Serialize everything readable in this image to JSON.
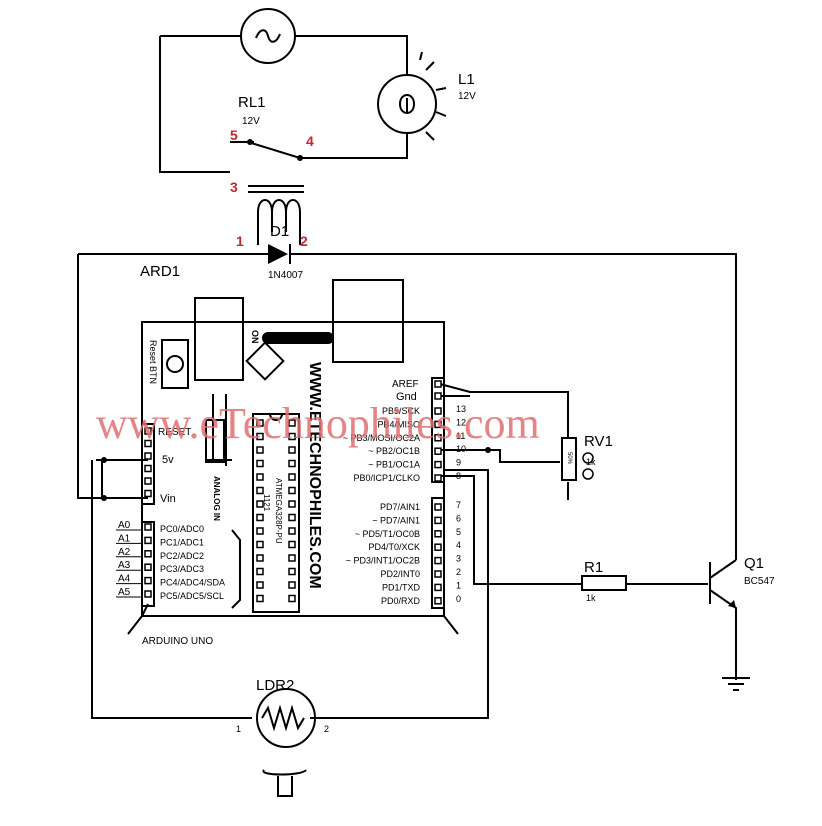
{
  "labels": {
    "rl1_name": "RL1",
    "rl1_value": "12V",
    "pin5": "5",
    "pin4": "4",
    "pin3": "3",
    "pin1": "1",
    "pin2": "2",
    "l1_name": "L1",
    "l1_value": "12V",
    "d1_name": "D1",
    "d1_value": "1N4007",
    "ard_name": "ARD1",
    "reset_btn": "Reset BTN",
    "on": "ON",
    "vertical_brand": "WWW.ETECHNOPHILES.COM",
    "chip_a": "1121",
    "chip_b": "ATMEGA328P-PU",
    "reset": "RESET",
    "v5": "5v",
    "vin": "Vin",
    "analog_in": "ANALOG IN",
    "arduino_uno": "ARDUINO UNO",
    "aref": "AREF",
    "gnd": "Gnd",
    "rv1_name": "RV1",
    "rv1_value": "1k",
    "rv1_body": "50%",
    "r1_name": "R1",
    "r1_value": "1k",
    "q1_name": "Q1",
    "q1_value": "BC547",
    "ldr_name": "LDR2",
    "ldr_pin1": "1",
    "ldr_pin2": "2",
    "watermark": "www.eTechnophiles.com"
  },
  "analog_pins": [
    {
      "a": "A0",
      "name": "PC0/ADC0"
    },
    {
      "a": "A1",
      "name": "PC1/ADC1"
    },
    {
      "a": "A2",
      "name": "PC2/ADC2"
    },
    {
      "a": "A3",
      "name": "PC3/ADC3"
    },
    {
      "a": "A4",
      "name": "PC4/ADC4/SDA"
    },
    {
      "a": "A5",
      "name": "PC5/ADC5/SCL"
    }
  ],
  "digital_upper": [
    {
      "num": "13",
      "name": "PB5/SCK"
    },
    {
      "num": "12",
      "name": "PB4/MISO"
    },
    {
      "num": "11",
      "name": "~ PB3/MOSI/OC2A"
    },
    {
      "num": "10",
      "name": "~ PB2/OC1B"
    },
    {
      "num": "9",
      "name": "~ PB1/OC1A"
    },
    {
      "num": "8",
      "name": "PB0/ICP1/CLKO"
    }
  ],
  "digital_lower": [
    {
      "num": "7",
      "name": "PD7/AIN1"
    },
    {
      "num": "6",
      "name": "~ PD7/AIN1"
    },
    {
      "num": "5",
      "name": "~ PD5/T1/OC0B"
    },
    {
      "num": "4",
      "name": "PD4/T0/XCK"
    },
    {
      "num": "3",
      "name": "~ PD3/INT1/OC2B"
    },
    {
      "num": "2",
      "name": "PD2/INT0"
    },
    {
      "num": "1",
      "name": "PD1/TXD"
    },
    {
      "num": "0",
      "name": "PD0/RXD"
    }
  ]
}
